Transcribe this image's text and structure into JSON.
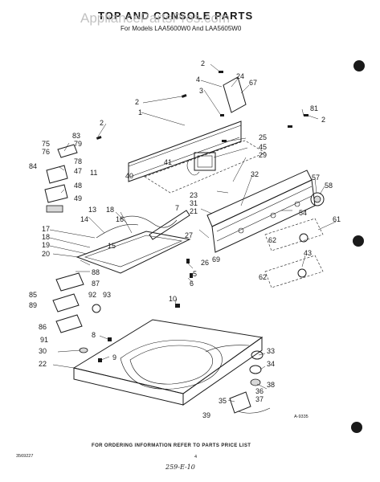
{
  "header": {
    "title": "TOP AND CONSOLE PARTS",
    "subtitle": "For Models LAA5600W0 And LAA5605W0",
    "watermark": "AppliancePartsPros.com"
  },
  "footer": {
    "ordering_note": "FOR ORDERING INFORMATION REFER TO PARTS PRICE LIST",
    "doc_number": "3569227",
    "page_number": "4",
    "handwritten_code": "259-E-10",
    "figure_code": "A-9335"
  },
  "callouts": [
    "1",
    "2",
    "2",
    "2",
    "2",
    "3",
    "4",
    "5",
    "6",
    "7",
    "8",
    "9",
    "10",
    "11",
    "13",
    "14",
    "15",
    "16",
    "17",
    "18",
    "18",
    "19",
    "20",
    "21",
    "22",
    "23",
    "24",
    "25",
    "26",
    "27",
    "29",
    "30",
    "31",
    "32",
    "33",
    "34",
    "35",
    "36",
    "37",
    "38",
    "39",
    "40",
    "41",
    "43",
    "45",
    "47",
    "48",
    "49",
    "54",
    "57",
    "58",
    "61",
    "62",
    "62",
    "67",
    "69",
    "75",
    "76",
    "78",
    "79",
    "81",
    "83",
    "84",
    "85",
    "86",
    "87",
    "88",
    "89",
    "91",
    "92",
    "93"
  ],
  "colors": {
    "ink": "#1a1a1a",
    "paper": "#ffffff",
    "watermark": "#b8b8b8"
  }
}
